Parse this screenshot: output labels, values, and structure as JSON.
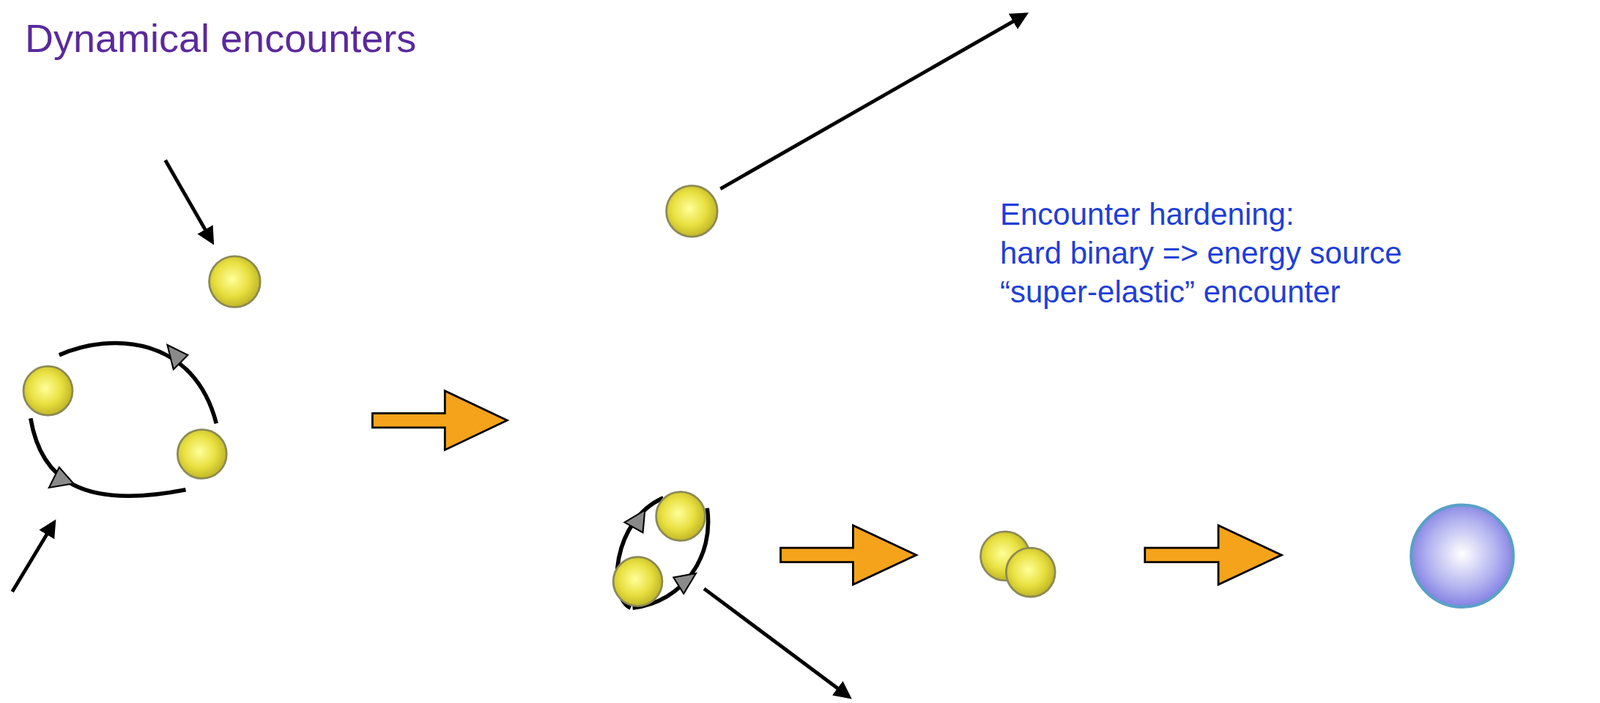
{
  "diagram": {
    "title": "Dynamical encounters",
    "labels": [
      "Encounter hardening:",
      "hard binary => energy source",
      "“super-elastic” encounter"
    ]
  }
}
